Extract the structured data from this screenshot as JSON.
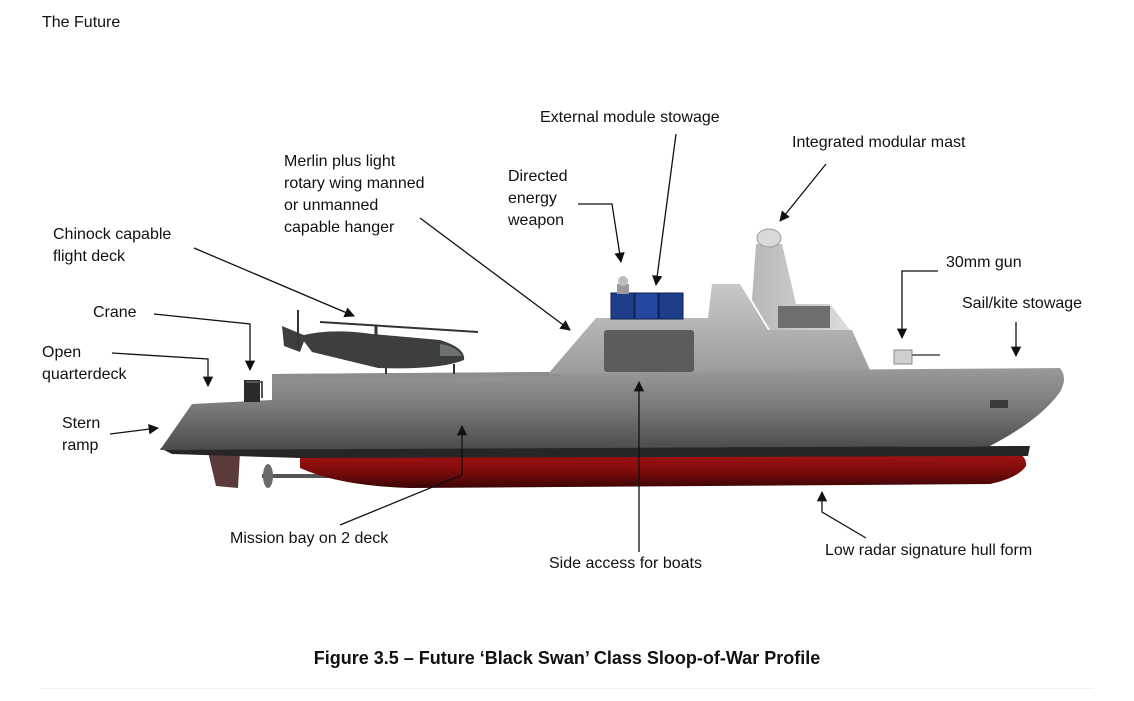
{
  "header": {
    "section": "The Future"
  },
  "labels": {
    "external_module_stowage": "External module stowage",
    "integrated_modular_mast": "Integrated modular mast",
    "merlin_hangar": "Merlin plus light\nrotary wing manned\nor unmanned\ncapable hanger",
    "directed_energy_weapon": "Directed\nenergy\nweapon",
    "chinook_flight_deck": "Chinock capable\nflight deck",
    "gun_30mm": "30mm gun",
    "sail_kite_stowage": "Sail/kite stowage",
    "crane": "Crane",
    "open_quarterdeck": "Open\nquarterdeck",
    "stern_ramp": "Stern\nramp",
    "mission_bay": "Mission bay on 2 deck",
    "side_access_boats": "Side access for boats",
    "low_radar_hull": "Low radar signature hull form"
  },
  "caption": "Figure 3.5 – Future ‘Black Swan’ Class Sloop-of-War Profile",
  "colors": {
    "hull_upper": "#7a7a7a",
    "hull_dark": "#2c2c2c",
    "hull_red": "#8b0e0e",
    "superstructure": "#b4b4b4",
    "module_blue": "#1f3e8a"
  }
}
